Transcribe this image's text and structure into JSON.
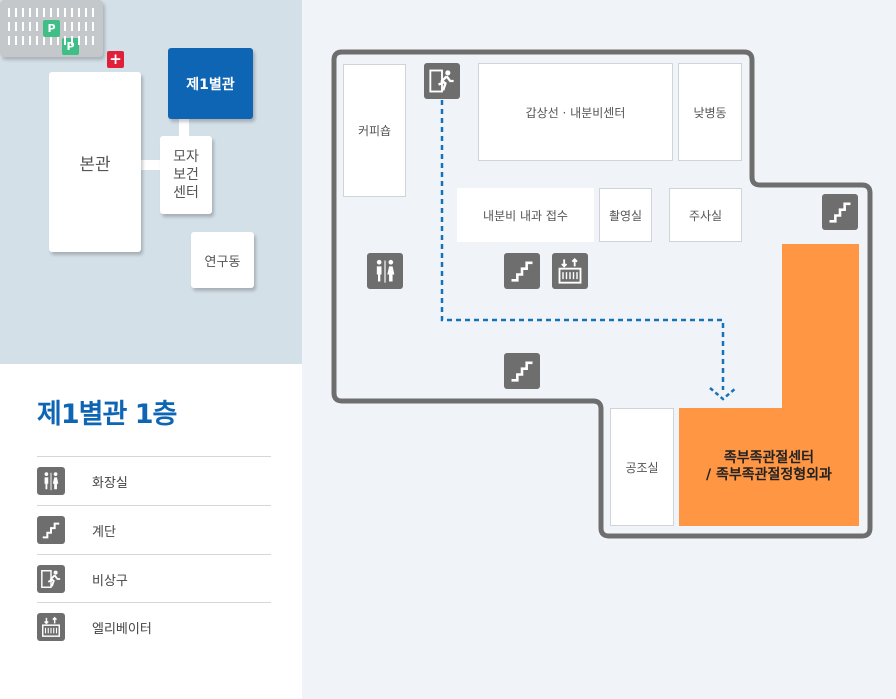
{
  "campus_map": {
    "buildings": {
      "main": "본관",
      "annex1": "제1별관",
      "maternal": "모자\n보건\n센터",
      "research": "연구동"
    },
    "badges": {
      "parking": "P",
      "hospital": "+"
    }
  },
  "legend": {
    "title": "제1별관 1층",
    "items": [
      {
        "label": "화장실",
        "icon": "restroom-icon"
      },
      {
        "label": "계단",
        "icon": "stairs-icon"
      },
      {
        "label": "비상구",
        "icon": "emergency-exit-icon"
      },
      {
        "label": "엘리베이터",
        "icon": "elevator-icon"
      }
    ]
  },
  "floor": {
    "rooms": {
      "coffee": "커피숍",
      "thyroid_center": "갑상선 · 내분비센터",
      "day_ward": "낮병동",
      "endo_reception": "내분비 내과 접수",
      "radiography": "촬영실",
      "injection": "주사실",
      "air_room": "공조실"
    },
    "clinic": {
      "line1": "족부족관절센터",
      "line2": "/ 족부족관절정형외과"
    }
  },
  "colors": {
    "accent": "#0e65b4",
    "highlight": "#ff9643",
    "icon_bg": "#6e6e6e",
    "route": "#1672b8"
  }
}
